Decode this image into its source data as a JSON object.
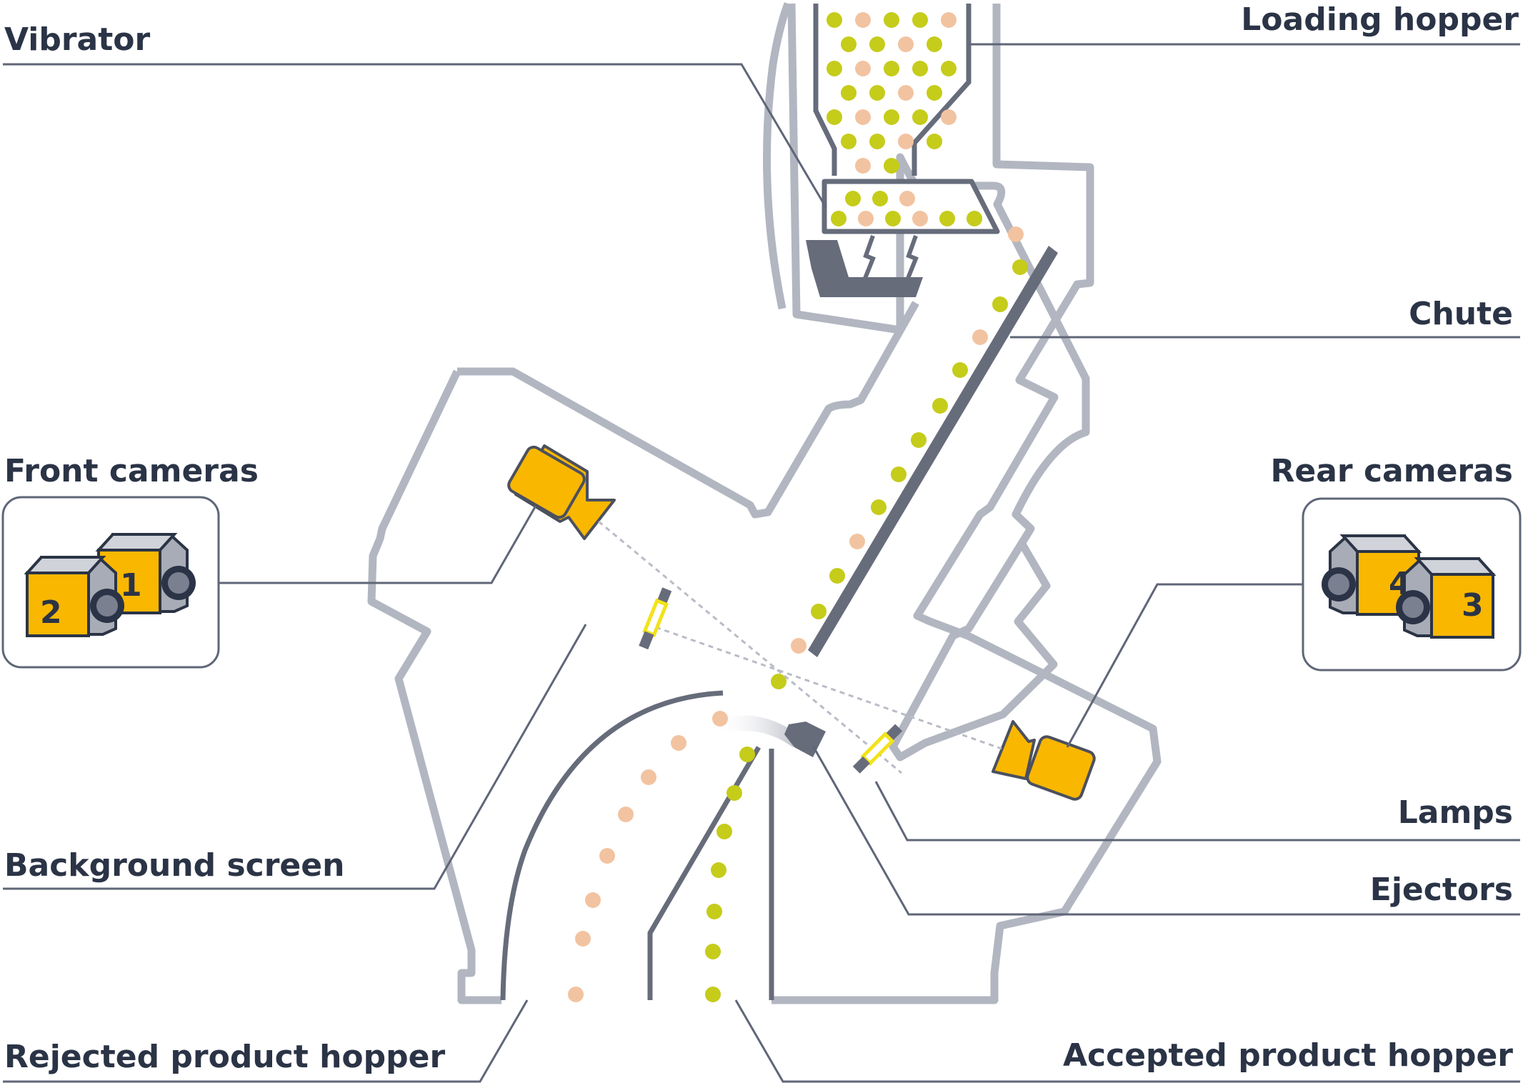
{
  "labels": {
    "vibrator": "Vibrator",
    "loading_hopper": "Loading hopper",
    "chute": "Chute",
    "front_cameras": "Front cameras",
    "rear_cameras": "Rear cameras",
    "lamps": "Lamps",
    "ejectors": "Ejectors",
    "background_screen": "Background screen",
    "rejected_hopper": "Rejected product hopper",
    "accepted_hopper": "Accepted product hopper"
  },
  "camera_numbers": {
    "front_left": "2",
    "front_right": "1",
    "rear_left": "4",
    "rear_right": "3"
  },
  "colors": {
    "accent": "#f9b700",
    "accepted_product": "#c5cc1a",
    "rejected_product": "#f2c3a0",
    "machine_outline": "#b2b6c1",
    "dark_parts": "#676c7b",
    "text": "#2b3446"
  },
  "icons": [
    "camera-icon",
    "lamp-icon",
    "ejector-icon"
  ]
}
